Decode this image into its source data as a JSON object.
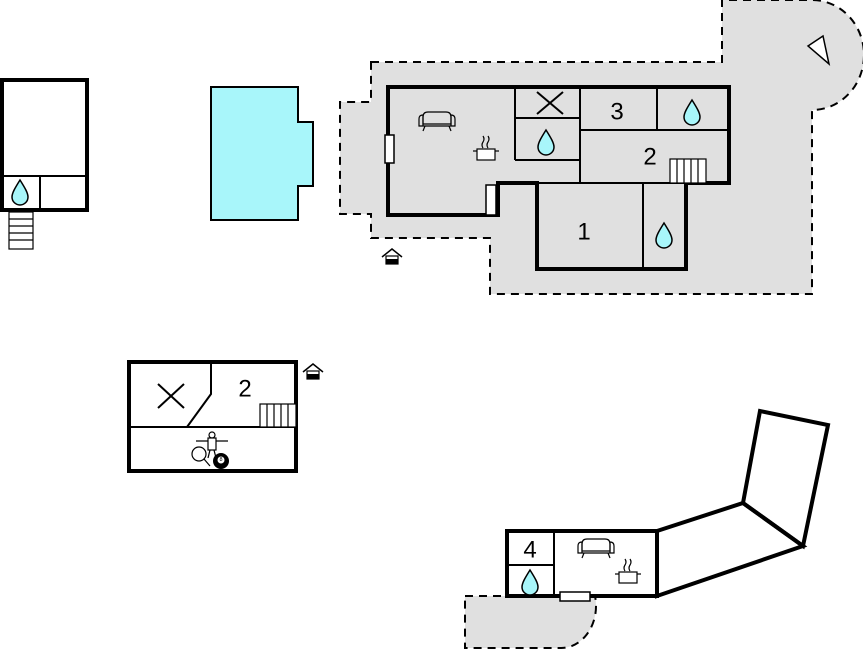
{
  "floorplan": {
    "room_numbers": [
      "3",
      "2",
      "1",
      "2",
      "4"
    ],
    "billiard_ball_label": "8",
    "colors": {
      "water": "#a8f6fa",
      "terrace": "#e0e0e0",
      "wall": "#000000",
      "background": "#ffffff"
    },
    "icons": [
      "water-drop-icon",
      "sofa-icon",
      "stove-icon",
      "staircase-icon",
      "entrance-icon",
      "compass-icon",
      "fitness-icon",
      "table-tennis-icon",
      "billiard-icon",
      "void-cross-icon"
    ]
  }
}
